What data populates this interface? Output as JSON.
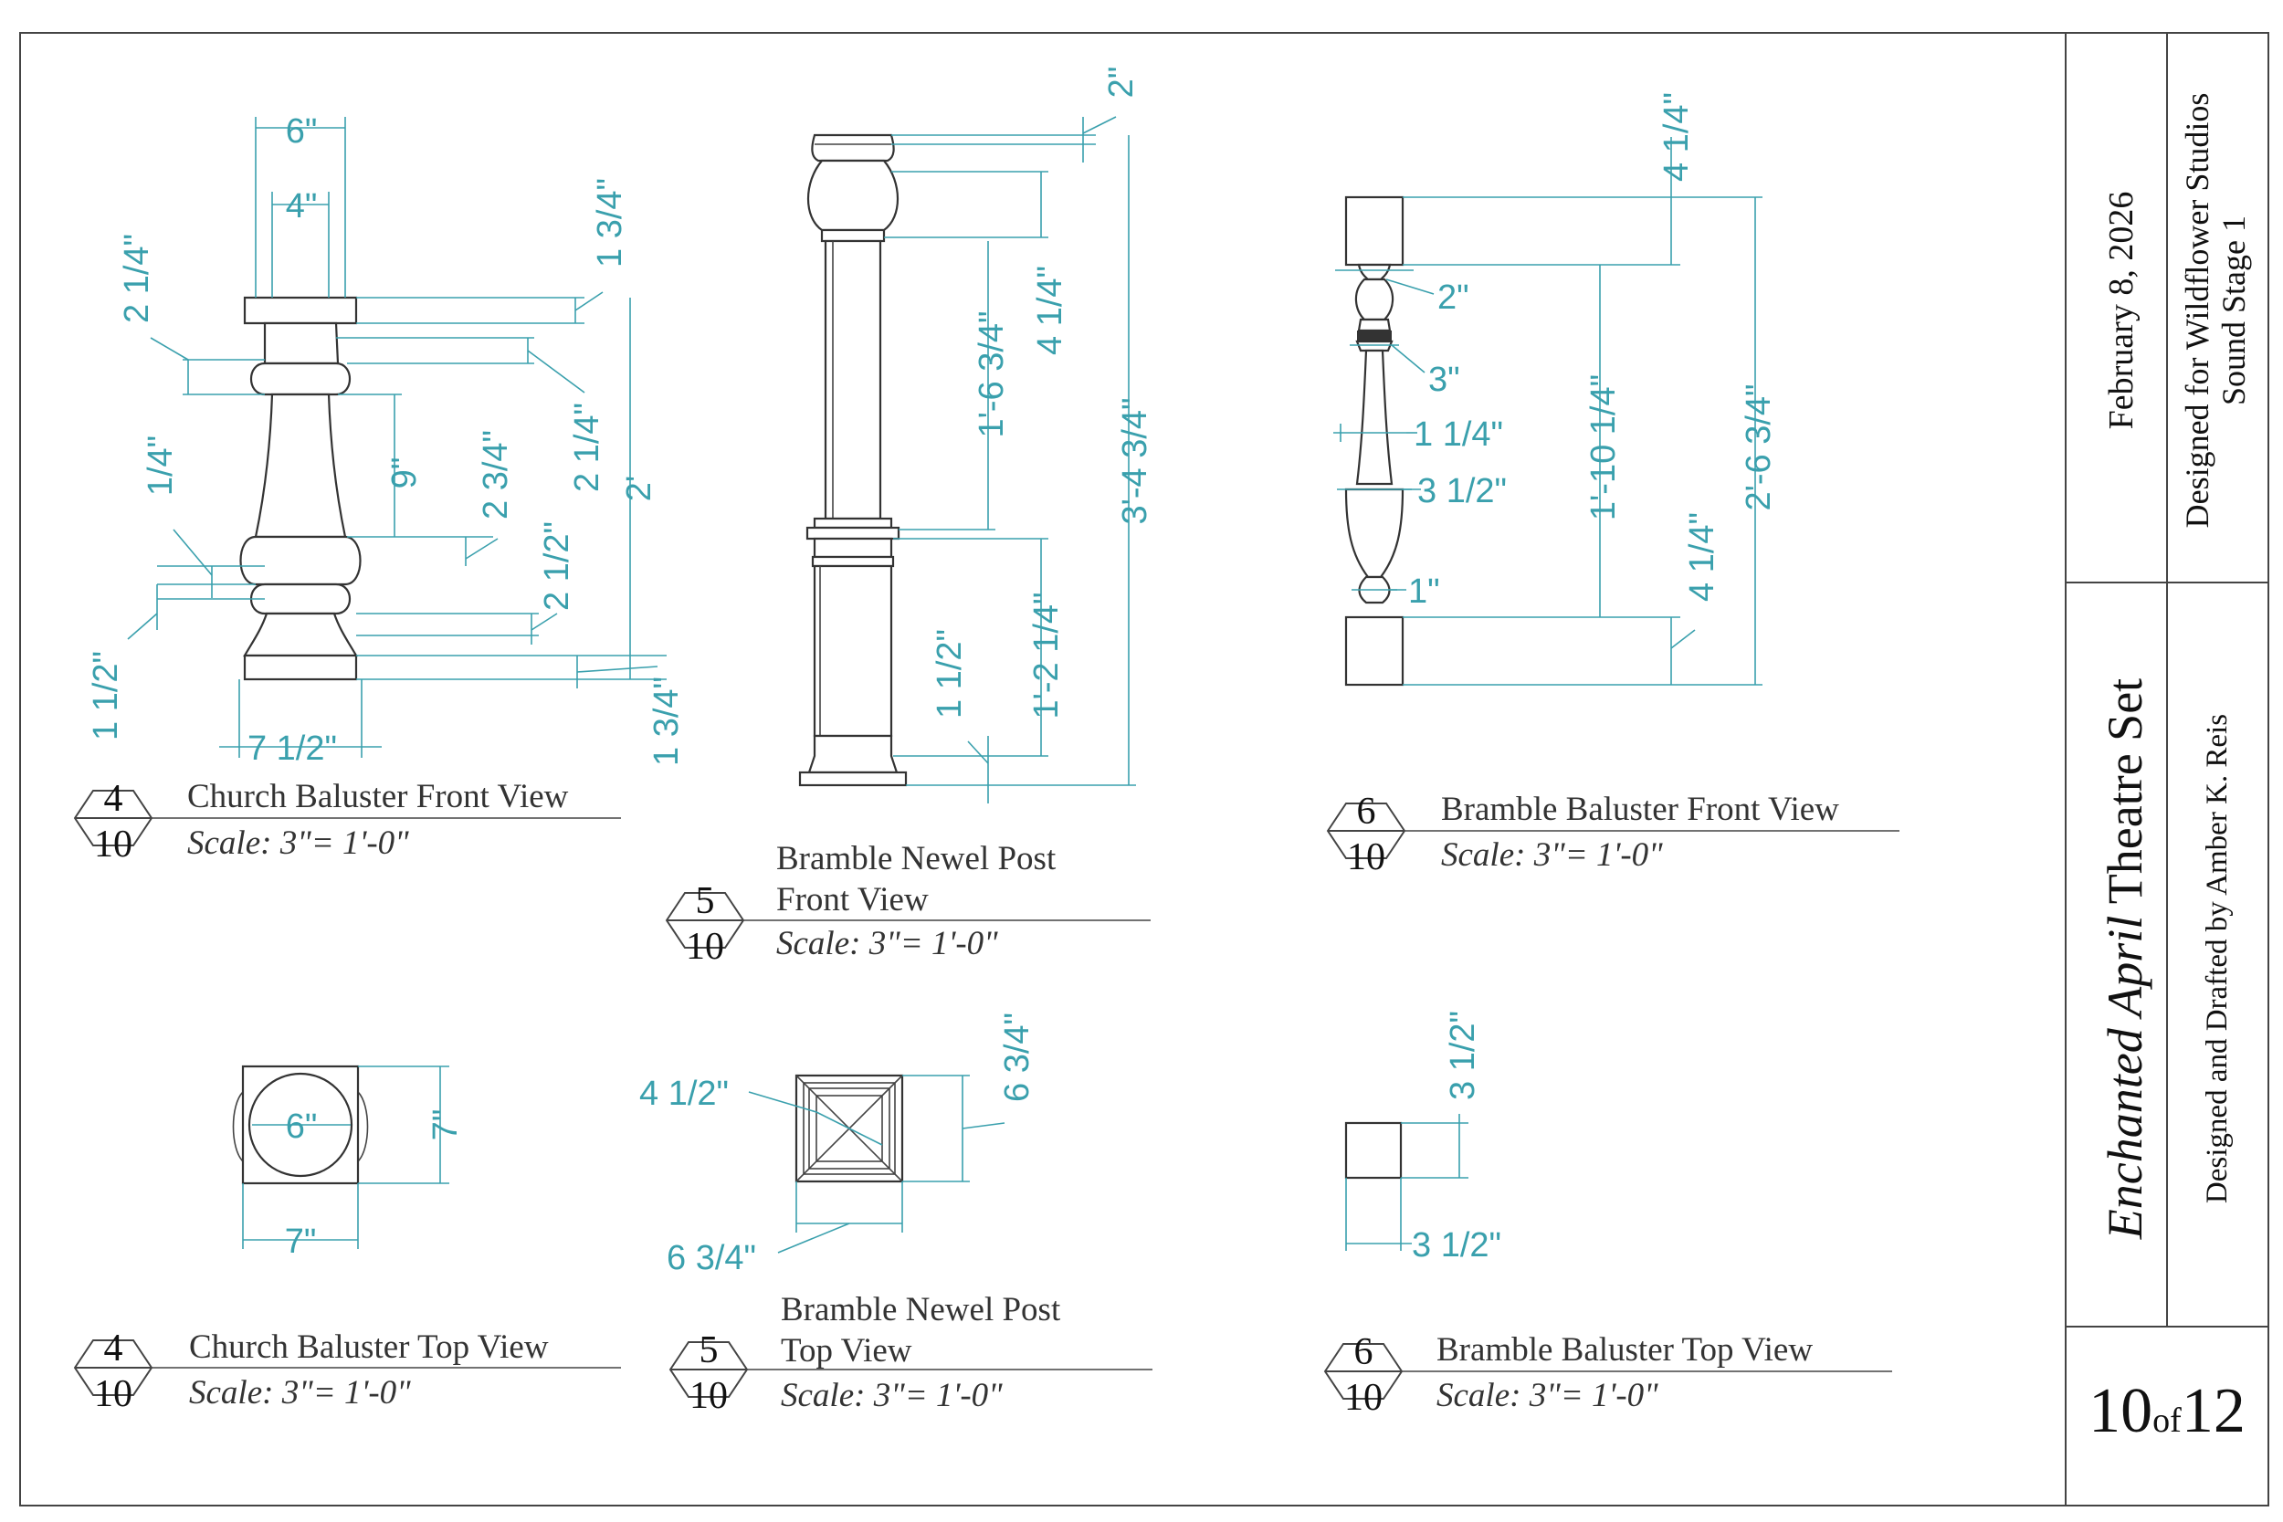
{
  "title_block": {
    "show_title_italic": "Enchanted April",
    "show_title_rest": " Theatre Set",
    "date": "February 8, 2026",
    "designed_for": "Designed for Wildflower Studios",
    "venue": "Sound Stage 1",
    "designer": "Designed and Drafted by Amber K. Reis",
    "sheet_number": "10",
    "sheet_of": "of",
    "sheet_total": "12"
  },
  "views": [
    {
      "num": "4",
      "sheet": "10",
      "title": "Church Baluster Front View",
      "scale": "Scale: 3\"= 1'-0\""
    },
    {
      "num": "5",
      "sheet": "10",
      "title_1": "Bramble Newel Post",
      "title_2": "Front View",
      "scale": "Scale: 3\"= 1'-0\""
    },
    {
      "num": "6",
      "sheet": "10",
      "title": "Bramble Baluster Front View",
      "scale": "Scale: 3\"= 1'-0\""
    },
    {
      "num": "4",
      "sheet": "10",
      "title": "Church Baluster Top View",
      "scale": "Scale: 3\"= 1'-0\""
    },
    {
      "num": "5",
      "sheet": "10",
      "title_1": "Bramble Newel Post",
      "title_2": "Top View",
      "scale": "Scale: 3\"= 1'-0\""
    },
    {
      "num": "6",
      "sheet": "10",
      "title": "Bramble Baluster Top View",
      "scale": "Scale: 3\"= 1'-0\""
    }
  ],
  "dims": {
    "church_front": [
      "6\"",
      "4\"",
      "2 1/4\"",
      "1 3/4\"",
      "2 1/4\"",
      "9\"",
      "2'",
      "2 3/4\"",
      "1/4\"",
      "2 1/2\"",
      "1 1/2\"",
      "7 1/2\"",
      "1 3/4\""
    ],
    "newel_front": [
      "2\"",
      "4 1/4\"",
      "1'-6 3/4\"",
      "3'-4 3/4\"",
      "1'-2 1/4\"",
      "1 1/2\""
    ],
    "bramble_front": [
      "4 1/4\"",
      "2\"",
      "3\"",
      "1 1/4\"",
      "3 1/2\"",
      "1'-10 1/4\"",
      "2'-6 3/4\"",
      "1\"",
      "4 1/4\""
    ],
    "church_top": [
      "6\"",
      "7\"",
      "7\""
    ],
    "newel_top": [
      "4 1/2\"",
      "6 3/4\"",
      "6 3/4\""
    ],
    "bramble_top": [
      "3 1/2\"",
      "3 1/2\""
    ]
  },
  "colors": {
    "dimension": "#3aa0ad",
    "linework": "#333333"
  }
}
